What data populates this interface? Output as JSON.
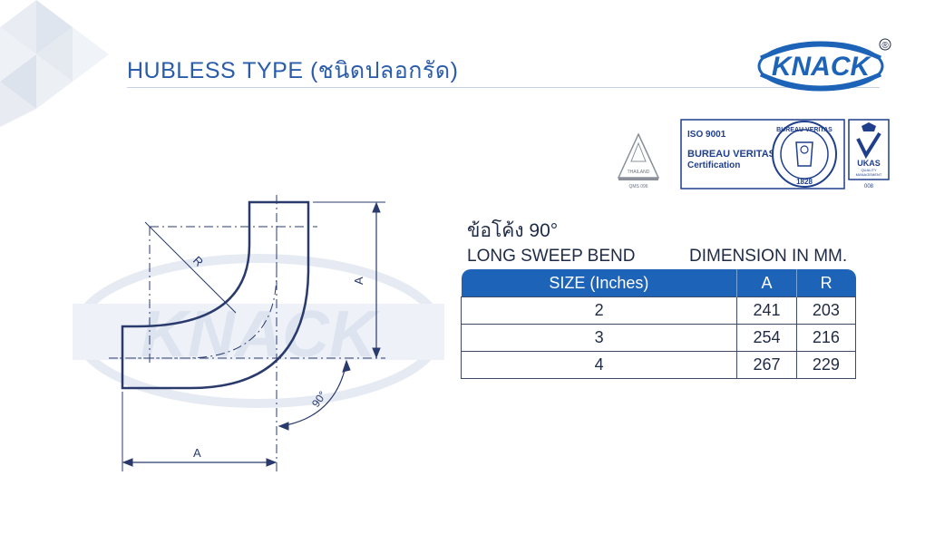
{
  "header": {
    "title": "HUBLESS TYPE (ชนิดปลอกรัด)"
  },
  "logo": {
    "text": "KNACK",
    "registered_mark": "®"
  },
  "certifications": {
    "tisi_label": "THAILAND",
    "tisi_code": "QMS 096",
    "iso_standard": "ISO 9001",
    "iso_body": "BUREAU VERITAS",
    "iso_cert": "Certification",
    "bv_seal_text": "BUREAU VERITAS",
    "bv_year": "1828",
    "ukas_label": "UKAS",
    "ukas_sub1": "QUALITY",
    "ukas_sub2": "MANAGEMENT",
    "ukas_code": "008"
  },
  "watermark": {
    "text": "KNACK"
  },
  "drawing": {
    "label_r": "R",
    "label_a_vertical": "A",
    "label_a_horizontal": "A",
    "label_angle": "90°"
  },
  "product": {
    "title_th": "ข้อโค้ง 90°",
    "subtitle": "LONG SWEEP BEND",
    "dimension_note": "DIMENSION IN MM."
  },
  "table": {
    "headers": [
      "SIZE (Inches)",
      "A",
      "R"
    ],
    "rows": [
      [
        "2",
        "241",
        "203"
      ],
      [
        "3",
        "254",
        "216"
      ],
      [
        "4",
        "267",
        "229"
      ]
    ]
  },
  "colors": {
    "brand_blue": "#1d63b8",
    "title_blue": "#2a5caa",
    "line": "#1f3f8c"
  }
}
